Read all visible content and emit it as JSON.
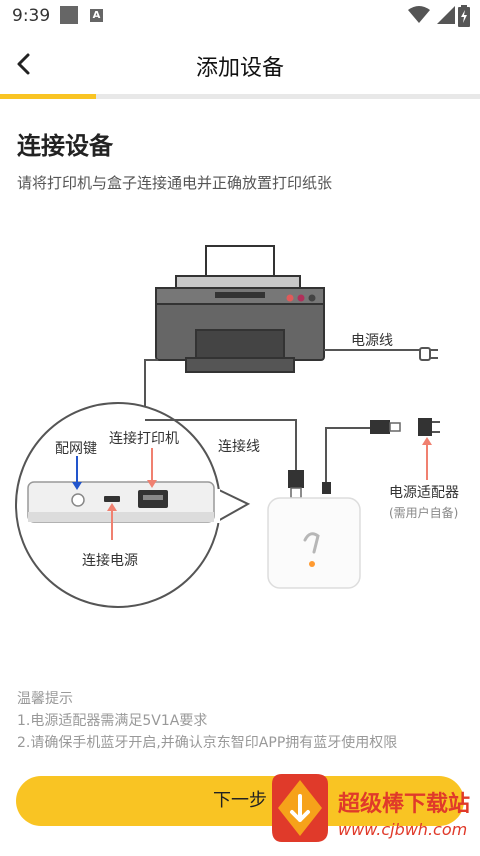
{
  "status_bar": {
    "time": "9:39"
  },
  "header": {
    "title": "添加设备"
  },
  "progress": {
    "fraction": 0.2
  },
  "section": {
    "title": "连接设备",
    "subtitle": "请将打印机与盒子连接通电并正确放置打印纸张"
  },
  "diagram": {
    "power_cord_label": "电源线",
    "connect_printer_label": "连接打印机",
    "pair_key_label": "配网键",
    "cable_label": "连接线",
    "adapter_label": "电源适配器",
    "adapter_note": "(需用户自备)",
    "connect_power_label": "连接电源"
  },
  "tips": {
    "title": "温馨提示",
    "items": [
      "1.电源适配器需满足5V1A要求",
      "2.请确保手机蓝牙开启,并确认京东智印APP拥有蓝牙使用权限"
    ]
  },
  "next_button": {
    "label": "下一步"
  },
  "watermark": {
    "name": "超级棒下载站",
    "url": "www.cjbwh.com"
  },
  "colors": {
    "accent": "#f9c423",
    "blue_arrow": "#2255cc",
    "red_arrow": "#f08070",
    "watermark_red": "#e03a2a"
  }
}
